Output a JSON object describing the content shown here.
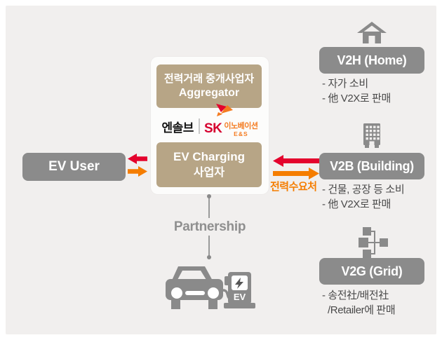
{
  "colors": {
    "background": "#f1efee",
    "panel": "#fcfcfb",
    "tan_box": "#b7a586",
    "gray_box": "#8b8b8b",
    "arrow_red": "#e4032d",
    "arrow_orange": "#f57d00",
    "desc_text": "#4a4a4a",
    "partnership_gray": "#8f8f8f",
    "sk_red": "#d6002f",
    "sk_orange": "#f47b20"
  },
  "center_panel": {
    "aggregator": {
      "line1": "전력거래 중개사업자",
      "line2": "Aggregator"
    },
    "logos": {
      "ensolv": "엔솔브",
      "sk": "SK",
      "innovation": "이노베이션",
      "ens": "E&S"
    },
    "ev_charging": {
      "line1": "EV Charging",
      "line2": "사업자"
    }
  },
  "left": {
    "ev_user_label": "EV User"
  },
  "flow": {
    "demand_label": "전력수요처",
    "partnership_label": "Partnership"
  },
  "right_sections": [
    {
      "icon": "home-icon",
      "title": "V2H (Home)",
      "desc_line1": "- 자가 소비",
      "desc_line2": "- 他 V2X로 판매"
    },
    {
      "icon": "building-icon",
      "title": "V2B (Building)",
      "desc_line1": "- 건물, 공장 등 소비",
      "desc_line2": "- 他 V2X로 판매"
    },
    {
      "icon": "grid-icon",
      "title": "V2G (Grid)",
      "desc_line1": "- 송전社/배전社",
      "desc_line2": "/Retailer에 판매"
    }
  ],
  "illustration": {
    "ev_label": "EV"
  }
}
